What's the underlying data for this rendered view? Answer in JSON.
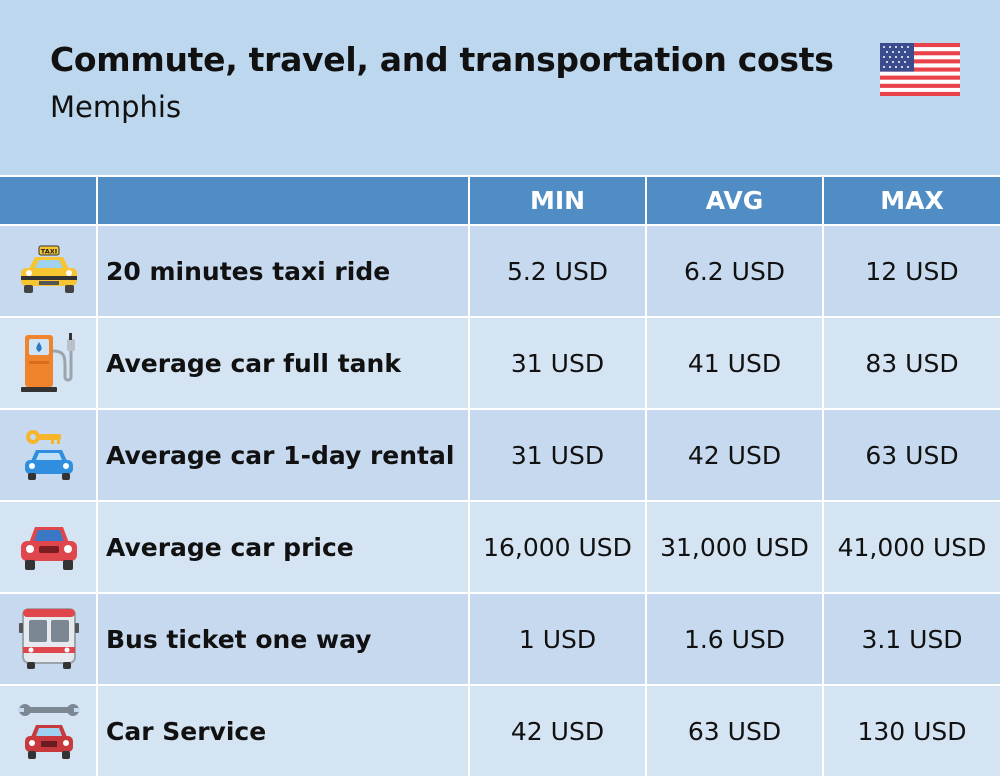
{
  "header": {
    "title": "Commute, travel, and transportation costs",
    "subtitle": "Memphis"
  },
  "flag_icon": "us-flag-icon",
  "table": {
    "columns": [
      "",
      "",
      "MIN",
      "AVG",
      "MAX"
    ],
    "rows": [
      {
        "icon": "taxi-icon",
        "label": "20 minutes taxi ride",
        "min": "5.2 USD",
        "avg": "6.2 USD",
        "max": "12 USD"
      },
      {
        "icon": "fuel-pump-icon",
        "label": "Average car full tank",
        "min": "31 USD",
        "avg": "41 USD",
        "max": "83 USD"
      },
      {
        "icon": "car-rental-icon",
        "label": "Average car 1-day rental",
        "min": "31 USD",
        "avg": "42 USD",
        "max": "63 USD"
      },
      {
        "icon": "car-icon",
        "label": "Average car price",
        "min": "16,000 USD",
        "avg": "31,000 USD",
        "max": "41,000 USD"
      },
      {
        "icon": "bus-icon",
        "label": "Bus ticket one way",
        "min": "1 USD",
        "avg": "1.6 USD",
        "max": "3.1 USD"
      },
      {
        "icon": "car-service-icon",
        "label": "Car Service",
        "min": "42 USD",
        "avg": "63 USD",
        "max": "130 USD"
      }
    ]
  },
  "colors": {
    "background": "#bcd7ee",
    "header_row": "#4f8dc4",
    "row_odd": "#c7d9ee",
    "row_even": "#d5e4f3"
  }
}
